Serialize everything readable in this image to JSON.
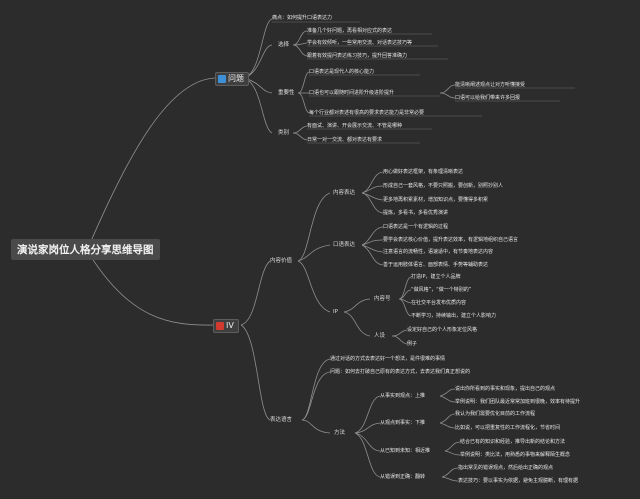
{
  "root": {
    "title": "演说家岗位人格分享思维导图"
  },
  "branch1": {
    "title": "问题",
    "icon": "diamond-icon",
    "first": "痛点：如何提升口语表达力",
    "g1": {
      "label": "选择",
      "items": [
        "准备几个好问题，再看相对应式的表达",
        "学会有效倾听，一些常用交流、对话表达技巧等",
        "跟着有效提问表达练习技巧，提升回答准确力"
      ]
    },
    "g2": {
      "label": "重要性",
      "items": [
        "口语表达是现代人的核心能力",
        "口语也可以跟随时间进阶升级进阶提升",
        "每个行业都对表述有很高的要求表达能力是非常必要"
      ],
      "sub": [
        "能清晰阐述观点让对方听懂接受",
        "口语可以给我们带来许多回报"
      ]
    },
    "g3": {
      "label": "类别",
      "items": [
        "有面试、演讲、开会展示交流、不管是哪种",
        "日常一对一交流、都对表达有要求"
      ]
    }
  },
  "branch2": {
    "title": "IV",
    "icon": "flag-icon",
    "s1": {
      "label": "内容价值",
      "a": {
        "label": "内容表达",
        "items": [
          "用心做好表达框架，有条理清晰表达",
          "形成自己一套风格，不要只照搬，要创新，别照抄别人",
          "更多地再积累素材，增加知识点，要懂得多积累",
          "提炼，多看书，多看优秀演讲"
        ]
      },
      "b": {
        "label": "口语表达",
        "items": [
          "口语表达是一个有逻辑的过程",
          "要学会表达核心价值，提升表达效率，有逻辑地组织自己语言",
          "注意语言的流畅性，语速适中，有节奏地表达内容",
          "善于运用肢体语言、面部表情、手势等辅助表达"
        ]
      },
      "c": {
        "label": "IP",
        "d": {
          "label": "内容号",
          "items": [
            "打造IP，建立个人品牌",
            "“做风格”，“做一个特别的”",
            "在社交平台发布优质内容",
            "不断学习，持续输出，建立个人影响力"
          ]
        },
        "e": {
          "label": "人设",
          "items": [
            "设定好自己的个人形象定位风格",
            "例子"
          ]
        }
      }
    },
    "s2": {
      "label": "表达语言",
      "items": [
        "通过对话的方式去表达好一个想法，是件很难的事情",
        "问题：如何去打破自己原有的表达方式，去表达我们真正想说的"
      ],
      "m": {
        "label": "方法",
        "items": [
          {
            "label": "从事实到观点：上推",
            "children": [
              "说出你所看到的事实和现象，提出自己的观点",
              "举例说明：我们团队最近常常加班到很晚，效率有待提升"
            ]
          },
          {
            "label": "从观点到事实：下推",
            "children": [
              "我认为我们需要优化目前的工作流程",
              "比如说，可以把重复性的工作流程化，节省时间"
            ]
          },
          {
            "label": "从已知到未知：相近推",
            "children": [
              "结合已有的知识和经验，推导出新的结论和方法",
              "举例说明：类比法，用熟悉的事物来解释陌生概念"
            ]
          },
          {
            "label": "从错误到正确：翻转",
            "children": [
              "指出常见的错误观点，然后给出正确的观点",
              "表达技巧：要以事实为依据，避免主观臆断，有理有据"
            ]
          }
        ]
      }
    }
  }
}
